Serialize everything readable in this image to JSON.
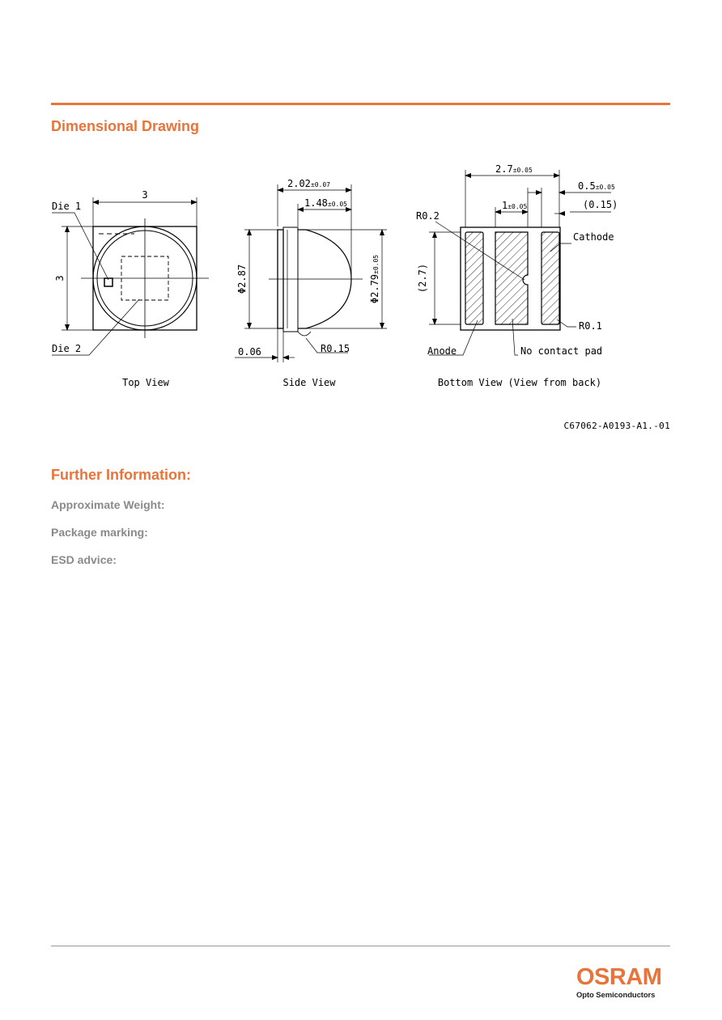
{
  "section1": {
    "title": "Dimensional Drawing"
  },
  "drawing": {
    "top_view": {
      "caption": "Top View",
      "dim_width": "3",
      "dim_height": "3",
      "die1": "Die 1",
      "die2": "Die 2"
    },
    "side_view": {
      "caption": "Side View",
      "dim_total": "2.02",
      "dim_total_tol": "±0.07",
      "dim_dome": "1.48",
      "dim_dome_tol": "±0.05",
      "dim_body_dia": "Φ2.87",
      "dim_lens_dia": "Φ2.79",
      "dim_lens_dia_tol": "±0.05",
      "dim_gap": "0.06",
      "dim_radius": "R0.15"
    },
    "bottom_view": {
      "caption": "Bottom View (View from back)",
      "dim_width": "2.7",
      "dim_width_tol": "±0.05",
      "dim_pad_spacing": "0.5",
      "dim_pad_spacing_tol": "±0.05",
      "dim_gap": "(0.15)",
      "dim_center_pad": "1",
      "dim_center_pad_tol": "±0.05",
      "dim_height": "(2.7)",
      "radius_notch": "R0.2",
      "radius_corner": "R0.1",
      "cathode": "Cathode",
      "anode": "Anode",
      "no_contact": "No contact pad"
    },
    "doc_id": "C67062-A0193-A1.-01"
  },
  "section2": {
    "title": "Further Information:",
    "items": [
      "Approximate Weight:",
      "Package marking:",
      "ESD advice:"
    ]
  },
  "logo": {
    "brand": "OSRAM",
    "sub": "Opto Semiconductors"
  },
  "colors": {
    "accent": "#e8743b",
    "label_gray": "#8a8a8a"
  }
}
